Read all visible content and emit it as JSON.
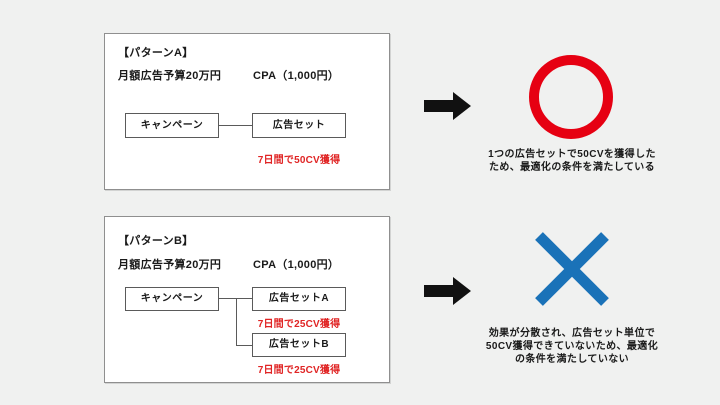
{
  "colors": {
    "background": "#f0f1f0",
    "panel_border": "#8f8f8f",
    "node_border": "#5a5a5a",
    "red_text": "#e02424",
    "circle_red": "#e60012",
    "cross_blue": "#1a72b8",
    "arrow_black": "#111111"
  },
  "pattern_a": {
    "title": "【パターンA】",
    "budget": "月額広告予算20万円",
    "cpa": "CPA（1,000円）",
    "campaign_label": "キャンペーン",
    "adset_label": "広告セット",
    "result_label": "7日間で50CV獲得"
  },
  "pattern_b": {
    "title": "【パターンB】",
    "budget": "月額広告予算20万円",
    "cpa": "CPA（1,000円）",
    "campaign_label": "キャンペーン",
    "adset_a_label": "広告セットA",
    "adset_a_result": "7日間で25CV獲得",
    "adset_b_label": "広告セットB",
    "adset_b_result": "7日間で25CV獲得"
  },
  "result_a": {
    "mark": "circle",
    "caption_lines": {
      "0": "1つの広告セットで50CVを獲得した",
      "1": "ため、最適化の条件を満たしている"
    }
  },
  "result_b": {
    "mark": "cross",
    "caption_lines": {
      "0": "効果が分散され、広告セット単位で",
      "1": "50CV獲得できていないため、最適化",
      "2": "の条件を満たしていない"
    }
  }
}
